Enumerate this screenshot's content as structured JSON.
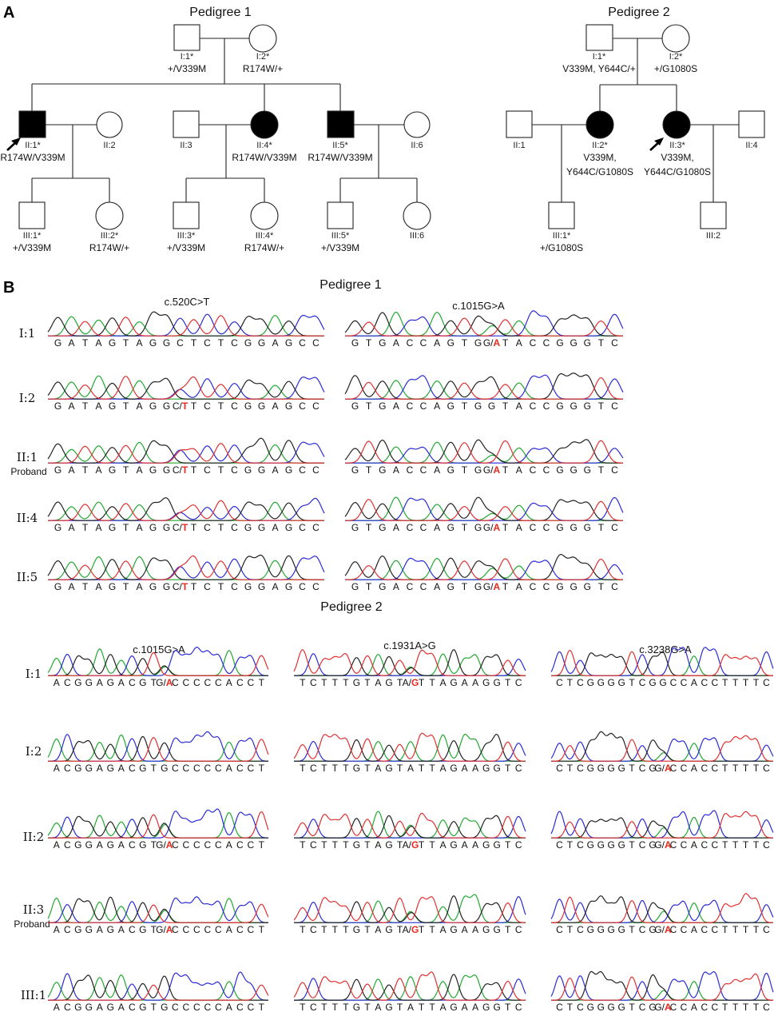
{
  "panels": {
    "A": "A",
    "B": "B"
  },
  "pedigree1": {
    "title": "Pedigree 1",
    "members": [
      {
        "id": "I:1*",
        "sex": "male",
        "affected": false,
        "genotype": [
          "+/V339M"
        ]
      },
      {
        "id": "I:2*",
        "sex": "female",
        "affected": false,
        "genotype": [
          "R174W/+"
        ]
      },
      {
        "id": "II:1*",
        "sex": "male",
        "affected": true,
        "proband": true,
        "genotype": [
          "R174W/V339M"
        ]
      },
      {
        "id": "II:2",
        "sex": "female",
        "affected": false,
        "genotype": []
      },
      {
        "id": "II:3",
        "sex": "male",
        "affected": false,
        "genotype": []
      },
      {
        "id": "II:4*",
        "sex": "female",
        "affected": true,
        "genotype": [
          "R174W/V339M"
        ]
      },
      {
        "id": "II:5*",
        "sex": "male",
        "affected": true,
        "genotype": [
          "R174W/V339M"
        ]
      },
      {
        "id": "II:6",
        "sex": "female",
        "affected": false,
        "genotype": []
      },
      {
        "id": "III:1*",
        "sex": "male",
        "affected": false,
        "genotype": [
          "+/V339M"
        ]
      },
      {
        "id": "III:2*",
        "sex": "female",
        "affected": false,
        "genotype": [
          "R174W/+"
        ]
      },
      {
        "id": "III:3*",
        "sex": "male",
        "affected": false,
        "genotype": [
          "+/V339M"
        ]
      },
      {
        "id": "III:4*",
        "sex": "female",
        "affected": false,
        "genotype": [
          "R174W/+"
        ]
      },
      {
        "id": "III:5*",
        "sex": "male",
        "affected": false,
        "genotype": [
          "+/V339M"
        ]
      },
      {
        "id": "III:6",
        "sex": "female",
        "affected": false,
        "genotype": []
      }
    ]
  },
  "pedigree2": {
    "title": "Pedigree 2",
    "members": [
      {
        "id": "I:1*",
        "sex": "male",
        "affected": false,
        "genotype": [
          "V339M, Y644C/+"
        ]
      },
      {
        "id": "I:2*",
        "sex": "female",
        "affected": false,
        "genotype": [
          "+/G1080S"
        ]
      },
      {
        "id": "II:1",
        "sex": "male",
        "affected": false,
        "genotype": []
      },
      {
        "id": "II:2*",
        "sex": "female",
        "affected": true,
        "genotype": [
          "V339M,",
          "Y644C/G1080S"
        ]
      },
      {
        "id": "II:3*",
        "sex": "female",
        "affected": true,
        "proband": true,
        "genotype": [
          "V339M,",
          "Y644C/G1080S"
        ]
      },
      {
        "id": "II:4",
        "sex": "male",
        "affected": false,
        "genotype": []
      },
      {
        "id": "III:1*",
        "sex": "male",
        "affected": false,
        "genotype": [
          "+/G1080S"
        ]
      },
      {
        "id": "III:2",
        "sex": "male",
        "affected": false,
        "genotype": []
      }
    ]
  },
  "sequencing": {
    "ped1": {
      "title": "Pedigree 1",
      "variants": [
        "c.520C>T",
        "c.1015G>A"
      ],
      "rows": [
        {
          "label": "I:1",
          "sub": ""
        },
        {
          "label": "I:2",
          "sub": ""
        },
        {
          "label": "II:1",
          "sub": "Proband"
        },
        {
          "label": "II:4",
          "sub": ""
        },
        {
          "label": "II:5",
          "sub": ""
        }
      ],
      "sequences": [
        {
          "ref": [
            "G",
            "A",
            "T",
            "A",
            "G",
            "T",
            "A",
            "G",
            "G",
            "C",
            "T",
            "C",
            "T",
            "C",
            "G",
            "G",
            "A",
            "G",
            "C",
            "C"
          ],
          "mut_index": 9,
          "mut_text": "C/T",
          "mut_base": "T",
          "het": [
            false,
            true,
            true,
            true,
            true
          ]
        },
        {
          "ref": [
            "G",
            "T",
            "G",
            "A",
            "C",
            "C",
            "A",
            "G",
            "T",
            "G",
            "G",
            "T",
            "A",
            "C",
            "C",
            "G",
            "G",
            "G",
            "T",
            "C"
          ],
          "mut_index": 10,
          "mut_text": "G/A",
          "mut_base": "A",
          "het": [
            true,
            false,
            true,
            true,
            true
          ]
        }
      ]
    },
    "ped2": {
      "title": "Pedigree 2",
      "variants": [
        "c.1015G>A",
        "c.1931A>G",
        "c.3238G>A"
      ],
      "rows": [
        {
          "label": "I:1",
          "sub": ""
        },
        {
          "label": "I:2",
          "sub": ""
        },
        {
          "label": "II:2",
          "sub": ""
        },
        {
          "label": "II:3",
          "sub": "Proband"
        },
        {
          "label": "III:1",
          "sub": ""
        }
      ],
      "sequences": [
        {
          "ref": [
            "A",
            "C",
            "G",
            "G",
            "A",
            "G",
            "A",
            "C",
            "G",
            "T",
            "G",
            "C",
            "C",
            "C",
            "C",
            "C",
            "A",
            "C",
            "C",
            "T"
          ],
          "mut_index": 10,
          "mut_text": "G/A",
          "mut_base": "A",
          "het": [
            true,
            false,
            true,
            true,
            false
          ]
        },
        {
          "ref": [
            "T",
            "C",
            "T",
            "T",
            "T",
            "G",
            "T",
            "A",
            "G",
            "T",
            "A",
            "T",
            "T",
            "A",
            "G",
            "A",
            "A",
            "G",
            "G",
            "T",
            "C"
          ],
          "mut_index": 10,
          "mut_text": "A/G",
          "mut_base": "G",
          "het": [
            true,
            false,
            true,
            true,
            false
          ]
        },
        {
          "ref": [
            "C",
            "T",
            "C",
            "G",
            "G",
            "G",
            "G",
            "T",
            "C",
            "G",
            "G",
            "C",
            "C",
            "A",
            "C",
            "C",
            "T",
            "T",
            "T",
            "T",
            "C"
          ],
          "mut_index": 10,
          "mut_text": "G/A",
          "mut_base": "A",
          "het": [
            false,
            true,
            true,
            true,
            true
          ]
        }
      ]
    }
  },
  "colors": {
    "A": "#22a832",
    "C": "#2b2bd6",
    "G": "#222222",
    "T": "#e03131",
    "mutation": "#e8291c"
  }
}
